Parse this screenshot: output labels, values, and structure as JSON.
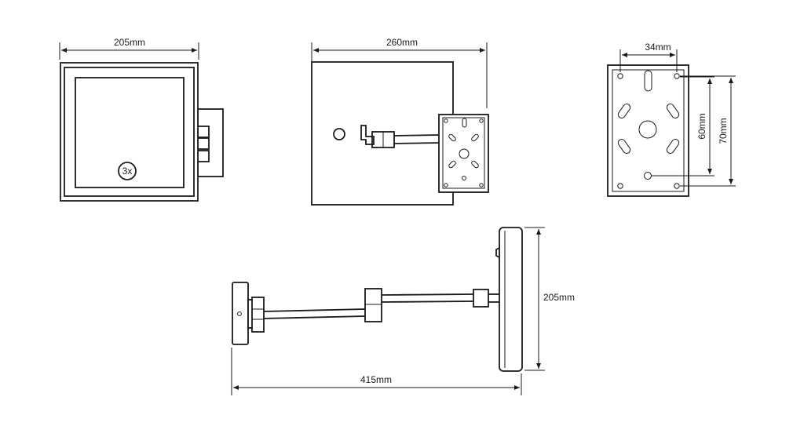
{
  "dimensions": {
    "front_width": "205mm",
    "side_width": "260mm",
    "plate_hole_spacing": "34mm",
    "plate_inner_height": "60mm",
    "plate_outer_height": "70mm",
    "profile_height": "205mm",
    "profile_length": "415mm"
  },
  "mirror": {
    "magnification": "3x"
  },
  "colors": {
    "line": "#1a1a1a",
    "background": "#ffffff"
  }
}
